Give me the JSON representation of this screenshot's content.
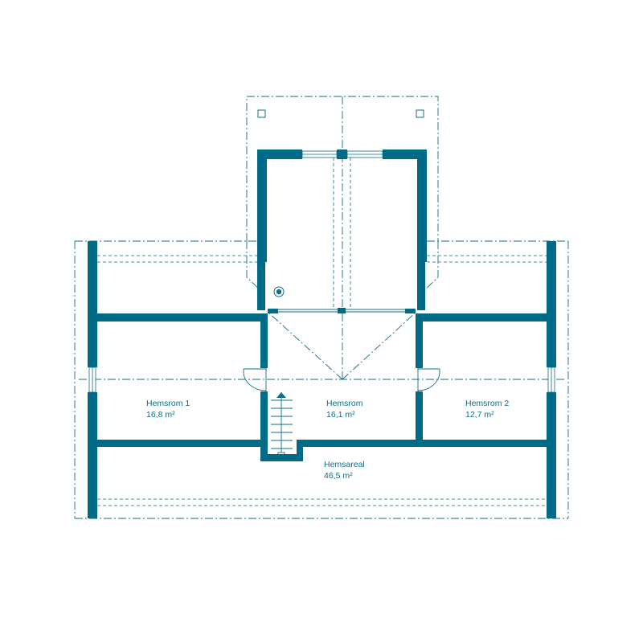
{
  "colors": {
    "wall": "#006b87",
    "line": "#0e6e86",
    "background": "#ffffff"
  },
  "rooms": [
    {
      "id": "hemsrom-1",
      "name": "Hemsrom 1",
      "area": "16,8 m²"
    },
    {
      "id": "hemsrom",
      "name": "Hemsrom",
      "area": "16,1 m²"
    },
    {
      "id": "hemsrom-2",
      "name": "Hemsrom 2",
      "area": "12,7 m²"
    },
    {
      "id": "hemsareal",
      "name": "Hemsareal",
      "area": "46,5 m²"
    }
  ]
}
